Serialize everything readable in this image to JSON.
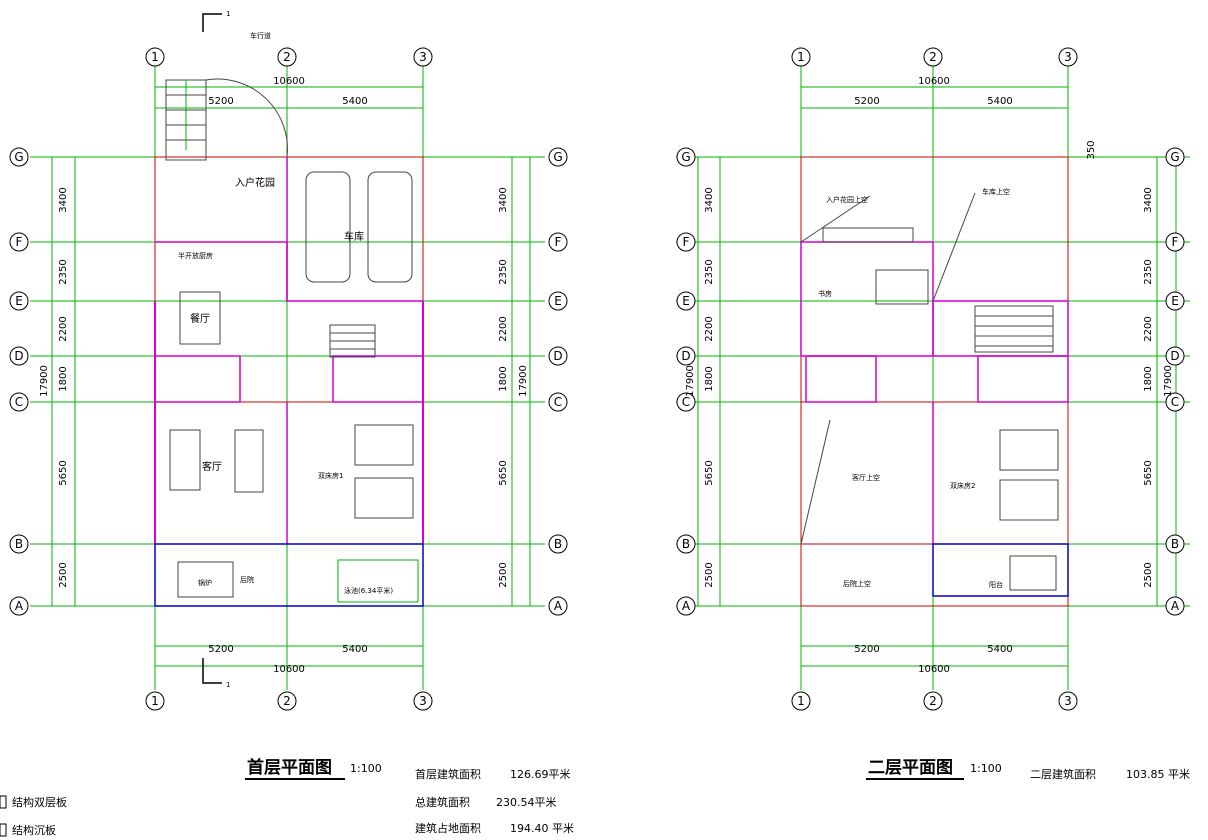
{
  "plan1": {
    "title": "首层平面图",
    "scale": "1:100",
    "dims_top": [
      "5200",
      "5400"
    ],
    "total": "10600",
    "dims_left": [
      "3400",
      "2350",
      "2200",
      "1800",
      "5650",
      "2500"
    ],
    "total_v": "17900",
    "rooms": {
      "entry_garden": "入户花园",
      "garage": "车库",
      "kitchen": "半开放厨房",
      "dining": "餐厅",
      "living": "客厅",
      "bedroom": "双床房1",
      "boiler": "锅炉",
      "back_yard": "后院",
      "pool": "泳池(6.34平米)",
      "ramp": "车行道"
    },
    "section_label": "1",
    "stats": [
      {
        "label": "首层建筑面积",
        "value": "126.69平米"
      },
      {
        "label": "总建筑面积",
        "value": "230.54平米"
      },
      {
        "label": "建筑占地面积",
        "value": "194.40 平米"
      }
    ],
    "legend": [
      "结构双层板",
      "结构沉板"
    ]
  },
  "plan2": {
    "title": "二层平面图",
    "scale": "1:100",
    "dims_top": [
      "5200",
      "5400"
    ],
    "total": "10600",
    "dims_left": [
      "3400",
      "2350",
      "2200",
      "1800",
      "5650",
      "2500"
    ],
    "total_v": "17900",
    "rooms": {
      "garden_void": "入户花园上空",
      "garage_void": "车库上空",
      "study": "书房",
      "living_void": "客厅上空",
      "bedroom2": "双床房2",
      "backyard_void": "后院上空",
      "balcony": "阳台"
    },
    "gap": "350",
    "stats": [
      {
        "label": "二层建筑面积",
        "value": "103.85 平米"
      }
    ]
  },
  "axes": {
    "cols": [
      "1",
      "2",
      "3"
    ],
    "rows": [
      "G",
      "F",
      "E",
      "D",
      "C",
      "B",
      "A"
    ]
  }
}
